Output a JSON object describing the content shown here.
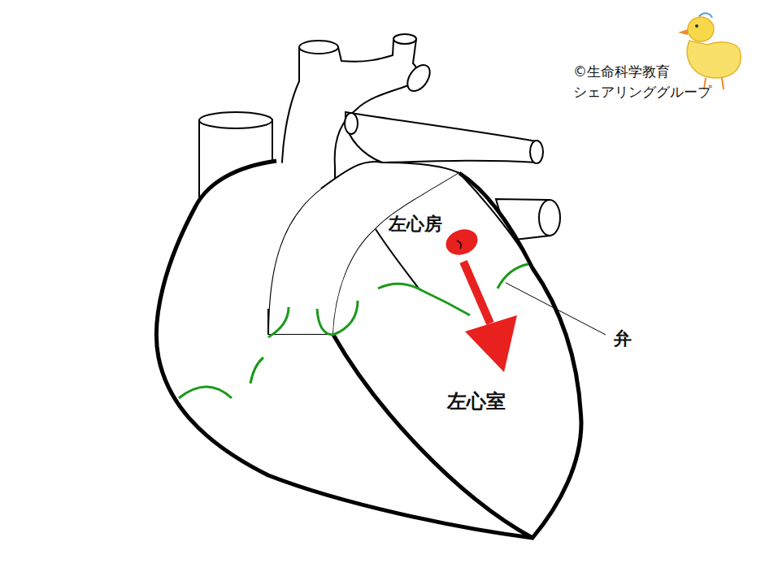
{
  "diagram": {
    "labels": [
      "左心房",
      "左心室",
      "弁",
      "©生命科学教育",
      "シェアリンググループ"
    ]
  }
}
